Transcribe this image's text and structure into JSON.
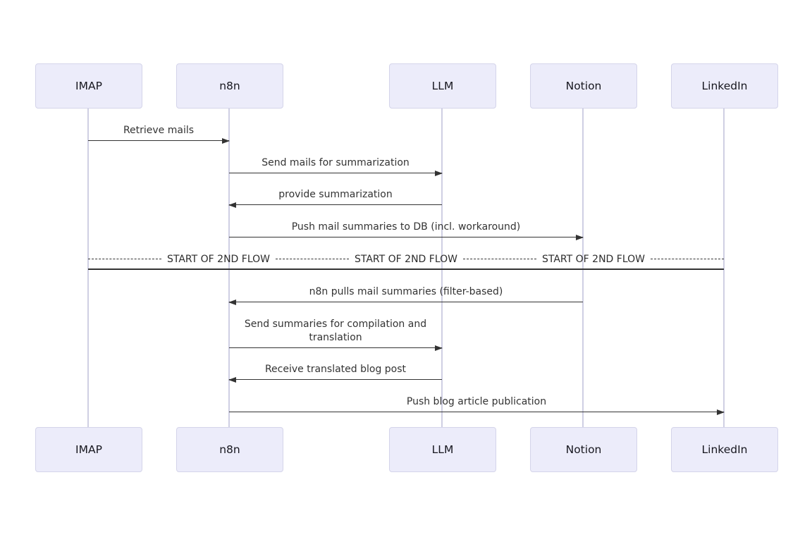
{
  "diagram": {
    "type": "sequence-diagram",
    "colors": {
      "background": "#ffffff",
      "actor_fill": "#ececfa",
      "actor_border": "#d4d4ea",
      "lifeline": "#cfcfe3",
      "arrow": "#333333",
      "text": "#333333"
    }
  },
  "actors": [
    {
      "id": "imap",
      "label": "IMAP"
    },
    {
      "id": "n8n",
      "label": "n8n"
    },
    {
      "id": "llm",
      "label": "LLM"
    },
    {
      "id": "notion",
      "label": "Notion"
    },
    {
      "id": "linkedin",
      "label": "LinkedIn"
    }
  ],
  "messages": [
    {
      "from": "IMAP",
      "to": "n8n",
      "direction": "right",
      "label": "Retrieve mails"
    },
    {
      "from": "n8n",
      "to": "LLM",
      "direction": "right",
      "label": "Send mails for summarization"
    },
    {
      "from": "LLM",
      "to": "n8n",
      "direction": "left",
      "label": "provide summarization"
    },
    {
      "from": "n8n",
      "to": "Notion",
      "direction": "right",
      "label": "Push mail summaries to DB (incl. workaround)"
    },
    {
      "from": "Notion",
      "to": "n8n",
      "direction": "left",
      "label": "n8n pulls mail summaries (filter-based)"
    },
    {
      "from": "n8n",
      "to": "LLM",
      "direction": "right",
      "label": "Send summaries for compilation and translation"
    },
    {
      "from": "LLM",
      "to": "n8n",
      "direction": "left",
      "label": "Receive translated blog post"
    },
    {
      "from": "n8n",
      "to": "LinkedIn",
      "direction": "right",
      "label": "Push blog article publication"
    }
  ],
  "divider": {
    "label": "START OF 2ND FLOW",
    "repeat": 3
  }
}
